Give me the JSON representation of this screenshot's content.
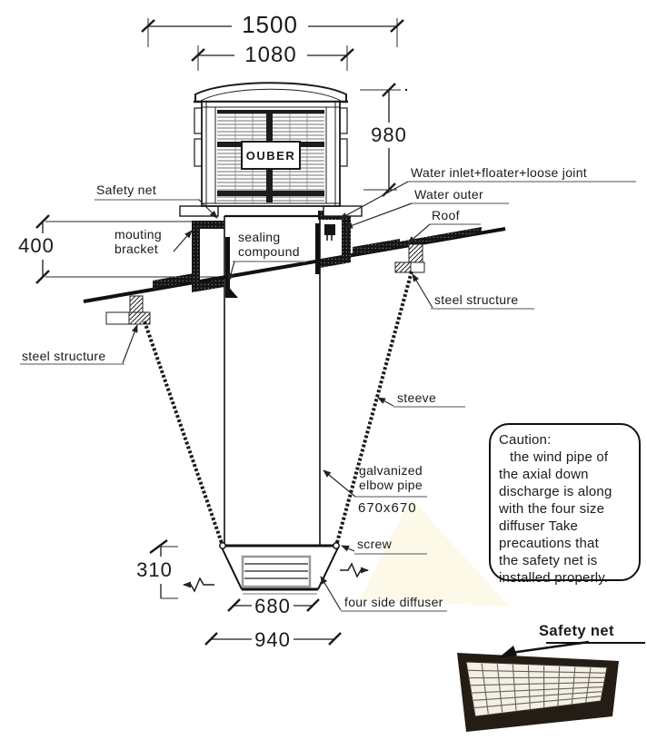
{
  "drawing": {
    "brand": "OUBER",
    "colors": {
      "ink": "#1a1a1a",
      "leader_grey": "#9b9b9b",
      "paper": "#ffffff"
    },
    "dimensions": {
      "overall_width": "1500",
      "body_width": "1080",
      "body_height": "980",
      "curb_height": "400",
      "diffuser_height": "310",
      "diffuser_outlet": "680",
      "diffuser_width": "940",
      "duct_size": "670x670"
    },
    "labels": {
      "safety_net_top": "Safety net",
      "mounting_bracket_l1": "mouting",
      "mounting_bracket_l2": "bracket",
      "sealing_l1": "sealing",
      "sealing_l2": "compound",
      "water_inlet": "Water inlet+floater+loose joint",
      "water_outer": "Water outer",
      "roof": "Roof",
      "steel_structure_left": "steel structure",
      "steel_structure_right": "steel structure",
      "steeve": "steeve",
      "galvanized_l1": "galvanized",
      "galvanized_l2": "elbow pipe",
      "screw": "screw",
      "four_side_diffuser": "four side diffuser",
      "safety_net_bottom": "Safety net"
    },
    "caution": {
      "title": "Caution:",
      "lines": [
        "the wind pipe of",
        "the axial down",
        "discharge is along",
        "with the four size",
        "diffuser Take",
        "precautions that",
        "the safety net is",
        "installed properly."
      ]
    }
  }
}
